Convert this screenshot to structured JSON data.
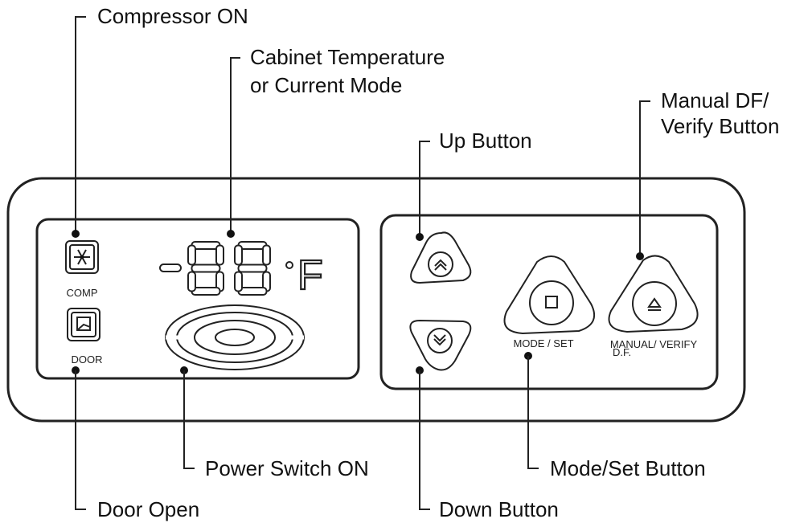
{
  "callouts": {
    "compressor_on": "Compressor ON",
    "cabinet_temp_line1": "Cabinet Temperature",
    "cabinet_temp_line2": "or Current Mode",
    "up_button": "Up Button",
    "manual_df_line1": "Manual DF/",
    "manual_df_line2": "Verify Button",
    "power_switch_on": "Power Switch ON",
    "door_open": "Door Open",
    "mode_set_button": "Mode/Set Button",
    "down_button": "Down Button"
  },
  "panel_labels": {
    "comp": "COMP",
    "door": "DOOR",
    "mode_set": "MODE / SET",
    "manual_verify": "MANUAL/ VERIFY",
    "df": "D.F."
  },
  "display": {
    "sign": "-",
    "digits": "88",
    "unit": "°F"
  },
  "icons": {
    "compressor": "snowflake-icon",
    "door": "door-icon",
    "power": "power-oval-icon",
    "up": "chevron-up-icon",
    "down": "chevron-down-icon",
    "mode": "square-icon",
    "manual": "eject-triangle-icon"
  }
}
